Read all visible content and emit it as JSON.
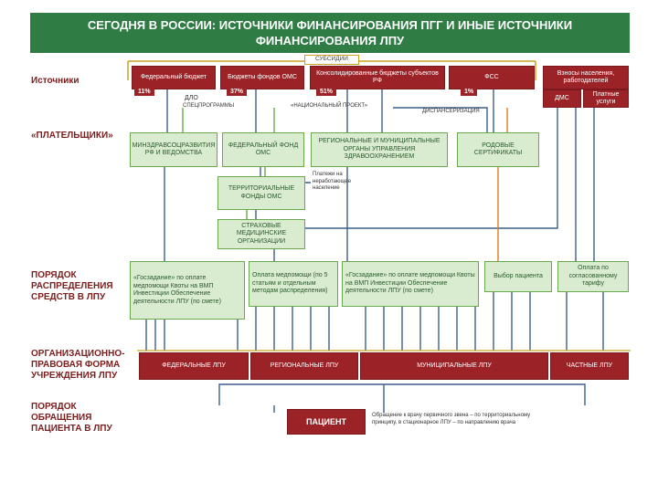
{
  "title": {
    "line1": "СЕГОДНЯ В РОССИИ: ИСТОЧНИКИ ФИНАНСИРОВАНИЯ ПГГ И ИНЫЕ ИСТОЧНИКИ",
    "line2": "ФИНАНСИРОВАНИЯ ЛПУ"
  },
  "rows": {
    "sources": "Источники",
    "payers": "«ПЛАТЕЛЬЩИКИ»",
    "distribution": "ПОРЯДОК РАСПРЕДЕЛЕНИЯ СРЕДСТВ В ЛПУ",
    "org_form": "ОРГАНИЗАЦИОННО-ПРАВОВАЯ ФОРМА УЧРЕЖДЕНИЯ ЛПУ",
    "patient_order": "ПОРЯДОК ОБРАЩЕНИЯ ПАЦИЕНТА В ЛПУ"
  },
  "sources": {
    "subsidies": "СУБСИДИИ",
    "federal": "Федеральный бюджет",
    "oms_funds": "Бюджеты фондов ОМС",
    "consolidated": "Консолидированные бюджеты субъектов РФ",
    "fss": "ФСС",
    "population": "Взносы населения, работодателей",
    "dms": "ДМС",
    "paid": "Платные услуги",
    "pct_federal": "11%",
    "pct_oms": "37%",
    "pct_regional": "51%",
    "pct_fss": "1%"
  },
  "labels": {
    "dlo": "ДЛО",
    "special_programs": "СПЕЦПРОГРАММЫ",
    "national_project": "«НАЦИОНАЛЬНЫЙ ПРОЕКТ»",
    "dispensarization": "ДИСПАНСЕРИЗАЦИЯ"
  },
  "payers": {
    "ministry": "МИНЗДРАВСОЦРАЗВИТИЯ РФ И ВЕДОМСТВА",
    "federal_fund": "ФЕДЕРАЛЬНЫЙ ФОНД ОМС",
    "regional_orgs": "РЕГИОНАЛЬНЫЕ И МУНИЦИПАЛЬНЫЕ ОРГАНЫ УПРАВЛЕНИЯ ЗДРАВООХРАНЕНИЕМ",
    "birth_certs": "РОДОВЫЕ СЕРТИФИКАТЫ",
    "territorial": "ТЕРРИТОРИАЛЬНЫЕ ФОНДЫ ОМС",
    "non_working": "Платежи на неработающее население",
    "insurers": "СТРАХОВЫЕ МЕДИЦИНСКИЕ ОРГАНИЗАЦИИ"
  },
  "distribution": {
    "federal_order": "«Госзадание» по оплате медпомощи Квоты на ВМП Инвестиции Обеспечение деятельности ЛПУ (по смете)",
    "oms_payment": "Оплата медпомощи (по 5 статьям и отдельным методам распределения)",
    "regional_order": "«Госзадание» по оплате медпомощи Квоты на ВМП Инвестиции Обеспечение деятельности ЛПУ (по смете)",
    "patient_choice": "Выбор пациента",
    "agreed_tariff": "Оплата по согласованному тарифу"
  },
  "lpu": {
    "federal": "ФЕДЕРАЛЬНЫЕ ЛПУ",
    "regional": "РЕГИОНАЛЬНЫЕ ЛПУ",
    "municipal": "МУНИЦИПАЛЬНЫЕ ЛПУ",
    "private": "ЧАСТНЫЕ ЛПУ"
  },
  "patient": {
    "label": "ПАЦИЕНТ",
    "note": "Обращение к врачу первичного звена – по территориальному принципу, в стационарное ЛПУ – по направлению врача"
  },
  "colors": {
    "banner": "#2f7d45",
    "source_box": "#9b2226",
    "payer_fill": "#d9ecd0",
    "payer_border": "#6aa84f",
    "gold_line": "#c9a227",
    "arrow_blue": "#3a5f8a",
    "arrow_green": "#6aa84f",
    "arrow_orange": "#e07b1a"
  }
}
